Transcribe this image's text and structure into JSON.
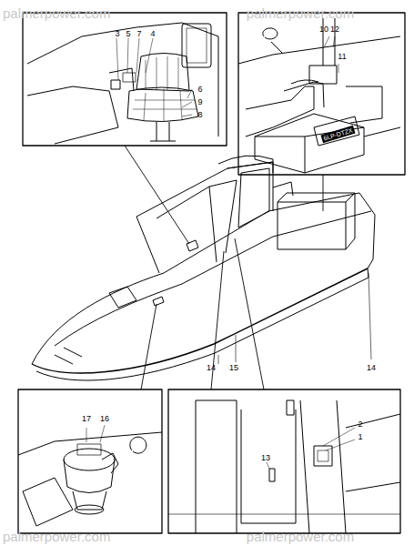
{
  "diagram": {
    "labels": [
      "palmerpower.com",
      "palmerpower.com",
      "palmerpower.com",
      "palmerpower.com",
      "3",
      "5",
      "7",
      "4",
      "6",
      "9",
      "8",
      "10",
      "12",
      "11",
      "6LP-DTZX",
      "14",
      "15",
      "14",
      "17",
      "16",
      "2",
      "1",
      "13"
    ]
  }
}
